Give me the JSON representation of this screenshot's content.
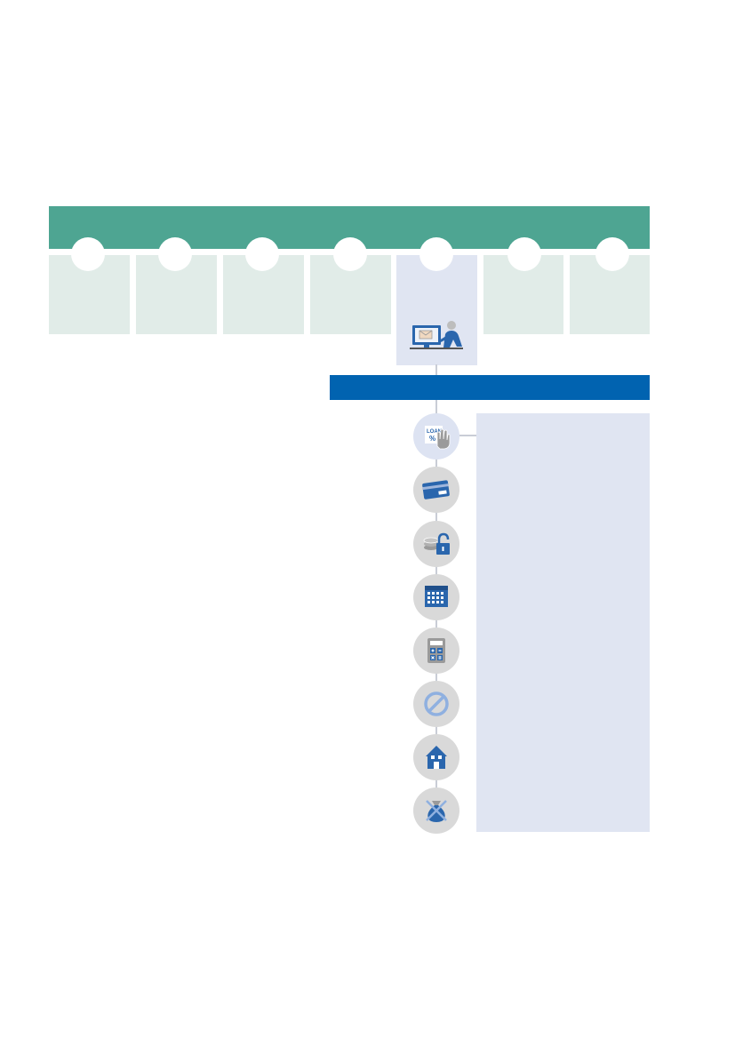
{
  "colors": {
    "green_band": "#4ea592",
    "step_column": "#e1ece8",
    "active_column": "#e0e5f2",
    "blue_bar": "#0163b0",
    "panel": "#e0e5f2",
    "icon_circle": "#d9d9d9",
    "icon_blue": "#2a66ad",
    "icon_grey": "#9a9a9a"
  },
  "steps": {
    "count": 7,
    "active_step": 5
  },
  "active_step_icon": "person-at-computer-icon",
  "icons": [
    "loan-percent-hand-icon",
    "credit-card-icon",
    "coins-lock-icon",
    "calendar-icon",
    "calculator-icon",
    "prohibited-icon",
    "house-icon",
    "crossed-money-bag-icon"
  ],
  "text": {
    "loan_icon_label": "LOAN",
    "loan_icon_symbol": "%"
  }
}
